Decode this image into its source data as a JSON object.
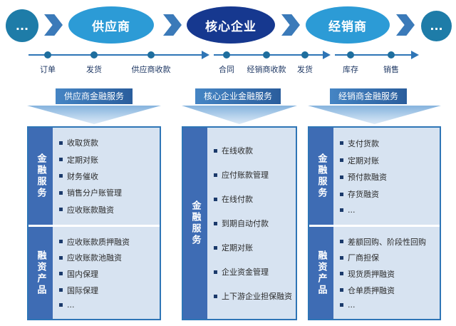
{
  "flow": {
    "node_left": "...",
    "node_supplier": "供应商",
    "node_core": "核心企业",
    "node_distributor": "经销商",
    "node_right": "..."
  },
  "timeline": {
    "seg1": [
      "订单",
      "发货",
      "供应商收款"
    ],
    "seg2": [
      "合同",
      "经销商收款",
      "发货"
    ],
    "seg3": [
      "库存",
      "销售"
    ]
  },
  "banners": {
    "supplier": "供应商金融服务",
    "core": "核心企业金融服务",
    "distributor": "经销商金融服务"
  },
  "columns": {
    "supplier": {
      "financial_services": {
        "title": "金融服务",
        "items": [
          "收取货款",
          "定期对账",
          "财务催收",
          "销售分户账管理",
          "应收账款融资"
        ]
      },
      "financing_products": {
        "title": "融资产品",
        "items": [
          "应收账款质押融资",
          "应收账款池融资",
          "国内保理",
          "国际保理",
          "..."
        ]
      }
    },
    "core": {
      "financial_services": {
        "title": "金融服务",
        "items": [
          "在线收款",
          "应付账款管理",
          "在线付款",
          "到期自动付款",
          "定期对账",
          "企业资金管理",
          "上下游企业担保融资"
        ]
      }
    },
    "distributor": {
      "financial_services": {
        "title": "金融服务",
        "items": [
          "支付货款",
          "定期对账",
          "预付款融资",
          "存货融资",
          "..."
        ]
      },
      "financing_products": {
        "title": "融资产品",
        "items": [
          "差额回购、阶段性回购",
          "厂商担保",
          "现货质押融资",
          "仓单质押融资",
          "..."
        ]
      }
    }
  },
  "colors": {
    "teal_node": "#1E7CA8",
    "light_blue_node": "#2C9BD6",
    "dark_blue_node": "#16388F",
    "chevron": "#3B7AB9",
    "timeline": "#2E75B6",
    "banner": "#2A5D9C",
    "sidebar": "#3E6CB4",
    "content_bg": "#D7E3F1",
    "box_border": "#2E75B6"
  }
}
